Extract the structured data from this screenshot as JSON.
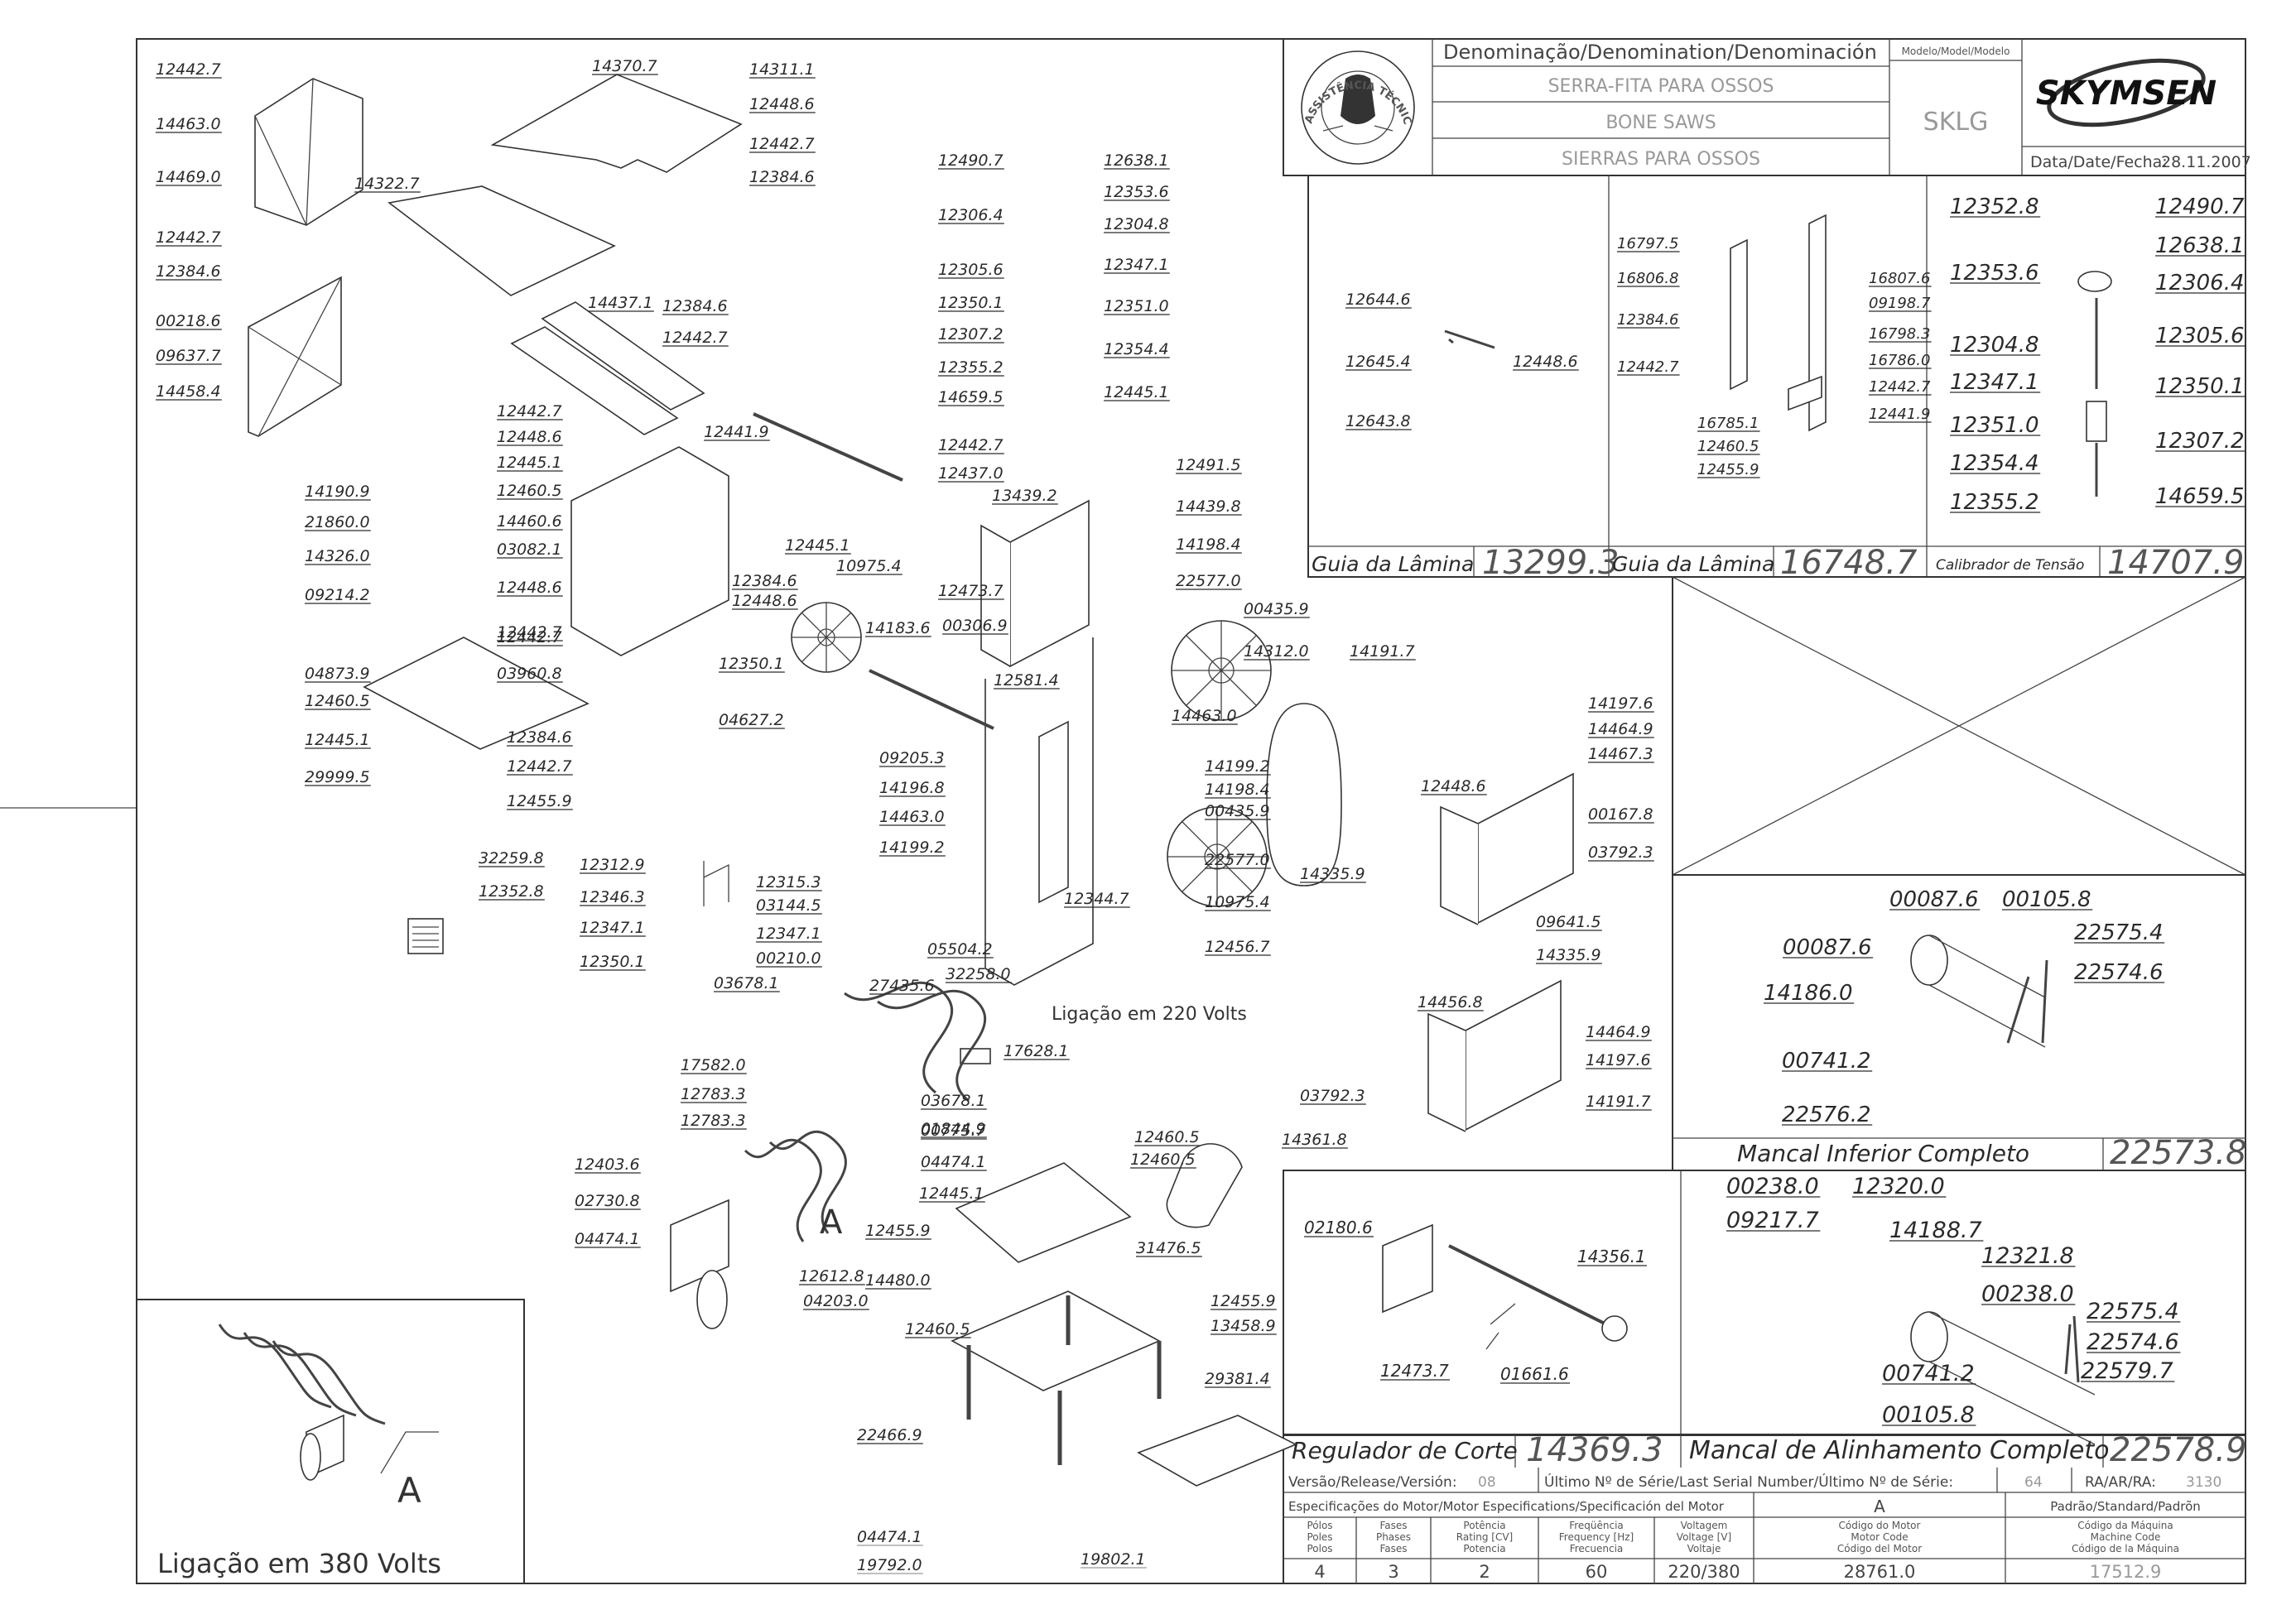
{
  "title_block": {
    "denomination_label": "Denominação/Denomination/Denominación",
    "name_pt": "SERRA-FITA PARA OSSOS",
    "name_en": "BONE SAWS",
    "name_es": "SIERRAS PARA OSSOS",
    "model_label": "Modelo/Model/Modelo",
    "model": "SKLG",
    "brand": "SKYMSEN",
    "date_label": "Data/Date/Fecha:",
    "date": "28.11.2007",
    "seal_text": "ASSISTÊNCIA TÉCNICA AUTORIZADA"
  },
  "assemblies": [
    {
      "label": "Guia da Lâmina",
      "code": "13299.3"
    },
    {
      "label": "Guia da Lâmina",
      "code": "16748.7"
    },
    {
      "label": "Calibrador de Tensão",
      "code": "14707.9"
    },
    {
      "label": "Mancal Inferior Completo",
      "code": "22573.8"
    },
    {
      "label": "Regulador de Corte",
      "code": "14369.3"
    },
    {
      "label": "Mancal de Alinhamento Completo",
      "code": "22578.9"
    }
  ],
  "release": {
    "label": "Versão/Release/Versión:",
    "value": "08",
    "serial_label": "Último Nº de Série/Last Serial Number/Último Nº de Série:",
    "serial_value": "64",
    "ra_label": "RA/AR/RA:",
    "ra_value": "3130"
  },
  "motor_spec": {
    "header": "Especificações do Motor/Motor Especifications/Specificación del Motor",
    "version_a": "A",
    "standard": "Padrão/Standard/Padrõn",
    "col_polos": [
      "Pólos",
      "Poles",
      "Polos"
    ],
    "col_fases": [
      "Fases",
      "Phases",
      "Fases"
    ],
    "col_potencia": [
      "Potência",
      "Rating [CV]",
      "Potencia"
    ],
    "col_freq": [
      "Freqüência",
      "Frequency [Hz]",
      "Frecuencia"
    ],
    "col_volt": [
      "Voltagem",
      "Voltage [V]",
      "Voltaje"
    ],
    "col_motor_code": [
      "Código do Motor",
      "Motor Code",
      "Código del Motor"
    ],
    "col_machine_code": [
      "Código da Máquina",
      "Machine Code",
      "Código de la Máquina"
    ],
    "polos": "4",
    "fases": "3",
    "potencia": "2",
    "frequencia": "60",
    "voltagem": "220/380",
    "motor_code": "28761.0",
    "machine_code": "17512.9"
  },
  "notes": {
    "v220": "Ligação em 220 Volts",
    "v380": "Ligação em 380 Volts",
    "letter_a": "A"
  },
  "main_parts": [
    "12442.7",
    "14463.0",
    "14469.0",
    "12442.7",
    "12384.6",
    "00218.6",
    "09637.7",
    "14458.4",
    "14370.7",
    "14311.1",
    "12448.6",
    "12442.7",
    "12384.6",
    "14322.7",
    "14437.1",
    "12384.6",
    "12442.7",
    "12442.7",
    "12448.6",
    "12445.1",
    "12460.5",
    "14460.6",
    "03082.1",
    "12448.6",
    "12442.7",
    "12384.6",
    "12448.6",
    "12442.7",
    "03960.8",
    "14190.9",
    "21860.0",
    "14326.0",
    "09214.2",
    "04873.9",
    "12460.5",
    "12445.1",
    "29999.5",
    "12384.6",
    "12442.7",
    "12455.9",
    "32259.8",
    "12352.8",
    "12490.7",
    "12638.1",
    "12353.6",
    "12306.4",
    "12304.8",
    "12305.6",
    "12347.1",
    "12350.1",
    "12351.0",
    "12307.2",
    "12354.4",
    "12355.2",
    "14659.5",
    "12445.1",
    "12441.9",
    "12442.7",
    "12437.0",
    "13439.2",
    "12445.1",
    "10975.4",
    "12473.7",
    "00306.9",
    "14183.6",
    "12350.1",
    "04627.2",
    "12581.4",
    "09205.3",
    "14196.8",
    "14463.0",
    "14199.2",
    "12491.5",
    "14439.8",
    "14198.4",
    "22577.0",
    "00435.9",
    "14312.0",
    "14463.0",
    "14199.2",
    "14198.4",
    "00435.9",
    "22577.0",
    "10975.4",
    "12456.7",
    "12344.7",
    "12312.9",
    "12346.3",
    "12347.1",
    "12350.1",
    "12315.3",
    "03144.5",
    "12347.1",
    "00210.0",
    "03678.1",
    "27435.6",
    "05504.2",
    "32258.0",
    "17628.1",
    "17582.0",
    "12783.3",
    "03678.1",
    "12783.3",
    "01844.9",
    "00775.7",
    "04474.1",
    "12403.6",
    "02730.8",
    "04474.1",
    "12612.8",
    "04203.0",
    "12445.1",
    "12460.5",
    "12460.5",
    "12455.9",
    "14480.0",
    "31476.5",
    "12460.5",
    "12455.9",
    "13458.9",
    "29381.4",
    "22466.9",
    "14361.8",
    "14191.7",
    "14335.9",
    "12448.6",
    "14197.6",
    "14464.9",
    "14467.3",
    "00167.8",
    "03792.3",
    "09641.5",
    "14335.9",
    "14456.8",
    "14464.9",
    "14197.6",
    "14191.7",
    "03792.3"
  ],
  "faded_parts": [
    "04474.1",
    "19792.0",
    "19802.1"
  ],
  "guide1_parts": [
    "12644.6",
    "12645.4",
    "12448.6",
    "12643.8"
  ],
  "guide2_parts": [
    "16797.5",
    "16806.8",
    "12384.6",
    "12442.7",
    "16807.6",
    "09198.7",
    "16798.3",
    "16786.0",
    "12442.7",
    "12441.9",
    "16785.1",
    "12460.5",
    "12455.9"
  ],
  "calib_parts": [
    "12352.8",
    "12490.7",
    "12638.1",
    "12353.6",
    "12306.4",
    "12304.8",
    "12305.6",
    "12347.1",
    "12350.1",
    "12351.0",
    "12307.2",
    "12354.4",
    "14659.5",
    "12355.2"
  ],
  "bearing_parts": [
    "00087.6",
    "00105.8",
    "00087.6",
    "22575.4",
    "22574.6",
    "14186.0",
    "00741.2",
    "22576.2"
  ],
  "regulator_parts": [
    "02180.6",
    "14356.1",
    "12473.7",
    "01661.6"
  ],
  "align_parts": [
    "00238.0",
    "12320.0",
    "09217.7",
    "14188.7",
    "12321.8",
    "00238.0",
    "22575.4",
    "22574.6",
    "00741.2",
    "22579.7",
    "00105.8"
  ]
}
